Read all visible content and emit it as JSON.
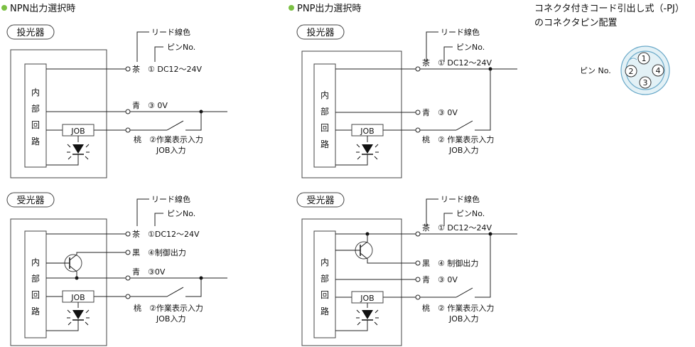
{
  "colors": {
    "bullet": "#7bc043",
    "connector_fill": "#e3f1f6",
    "connector_stroke": "#6aa9c9"
  },
  "npn": {
    "heading": "NPN出力選択時",
    "emitter": {
      "tag": "投光器",
      "wire_color_note": "リード線色",
      "pin_no_note": "ピンNo.",
      "internal_circuit": [
        "内",
        "部",
        "回",
        "路"
      ],
      "job_box": "JOB",
      "brown": "茶",
      "brown_pin": "① DC12〜24V",
      "blue": "青",
      "blue_pin": "③ 0V",
      "pink": "桃",
      "pink_pin": "②作業表示入力",
      "pink_sub": "JOB入力"
    },
    "receiver": {
      "tag": "受光器",
      "wire_color_note": "リード線色",
      "pin_no_note": "ピンNo.",
      "internal_circuit": [
        "内",
        "部",
        "回",
        "路"
      ],
      "job_box": "JOB",
      "brown": "茶",
      "brown_pin": "①DC12〜24V",
      "black": "黒",
      "black_pin": "④制御出力",
      "blue": "青",
      "blue_pin": "③0V",
      "pink": "桃",
      "pink_pin": "②作業表示入力",
      "pink_sub": "JOB入力"
    }
  },
  "pnp": {
    "heading": "PNP出力選択時",
    "emitter": {
      "tag": "投光器",
      "wire_color_note": "リード線色",
      "pin_no_note": "ピンNo.",
      "internal_circuit": [
        "内",
        "部",
        "回",
        "路"
      ],
      "job_box": "JOB",
      "brown": "茶",
      "brown_pin": "① DC12〜24V",
      "blue": "青",
      "blue_pin": "③ 0V",
      "pink": "桃",
      "pink_pin": "② 作業表示入力",
      "pink_sub": "JOB入力"
    },
    "receiver": {
      "tag": "受光器",
      "wire_color_note": "リード線色",
      "pin_no_note": "ピンNo.",
      "internal_circuit": [
        "内",
        "部",
        "回",
        "路"
      ],
      "job_box": "JOB",
      "brown": "茶",
      "brown_pin": "① DC12〜24V",
      "black": "黒",
      "black_pin": "④ 制御出力",
      "blue": "青",
      "blue_pin": "③ 0V",
      "pink": "桃",
      "pink_pin": "② 作業表示入力",
      "pink_sub": "JOB入力"
    }
  },
  "connector": {
    "title_line1": "コネクタ付きコード引出し式（-PJ）",
    "title_line2": "のコネクタピン配置",
    "pin_label": "ピン No.",
    "pins": [
      "1",
      "2",
      "3",
      "4"
    ]
  }
}
